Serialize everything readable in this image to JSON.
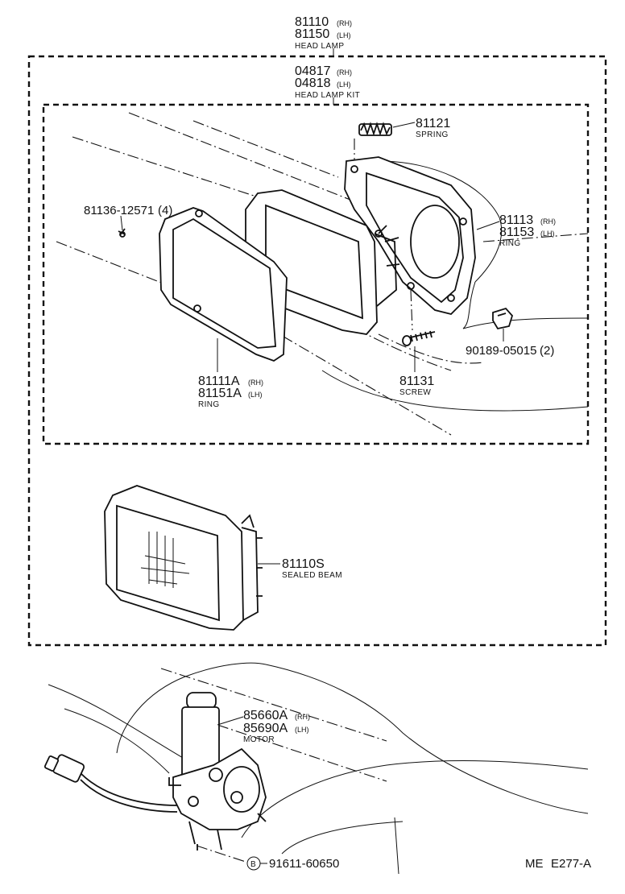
{
  "head_lamp": {
    "pn1": "81110",
    "pn1_side": "(RH)",
    "pn2": "81150",
    "pn2_side": "(LH)",
    "name": "HEAD LAMP"
  },
  "kit": {
    "pn1": "04817",
    "pn1_side": "(RH)",
    "pn2": "04818",
    "pn2_side": "(LH)",
    "name": "HEAD LAMP KIT"
  },
  "spring": {
    "pn": "81121",
    "name": "SPRING"
  },
  "screw_small": {
    "pn": "81136-12571",
    "qty": "(4)"
  },
  "ring_back": {
    "pn1": "81113",
    "pn1_side": "(RH)",
    "pn2": "81153",
    "pn2_side": "(LH)",
    "name": "RING"
  },
  "clip": {
    "pn": "90189-05015",
    "qty": "(2)"
  },
  "ring_front": {
    "pn1": "81111A",
    "pn1_side": "(RH)",
    "pn2": "81151A",
    "pn2_side": "(LH)",
    "name": "RING"
  },
  "screw": {
    "pn": "81131",
    "name": "SCREW"
  },
  "sealed_beam": {
    "pn": "81110S",
    "name": "SEALED BEAM"
  },
  "motor": {
    "pn1": "85660A",
    "pn1_side": "(RH)",
    "pn2": "85690A",
    "pn2_side": "(LH)",
    "name": "MOTOR"
  },
  "bolt": {
    "symbol": "B",
    "pn": "91611-60650"
  },
  "figure_code": {
    "prefix": "ME",
    "code": "E277-A"
  }
}
